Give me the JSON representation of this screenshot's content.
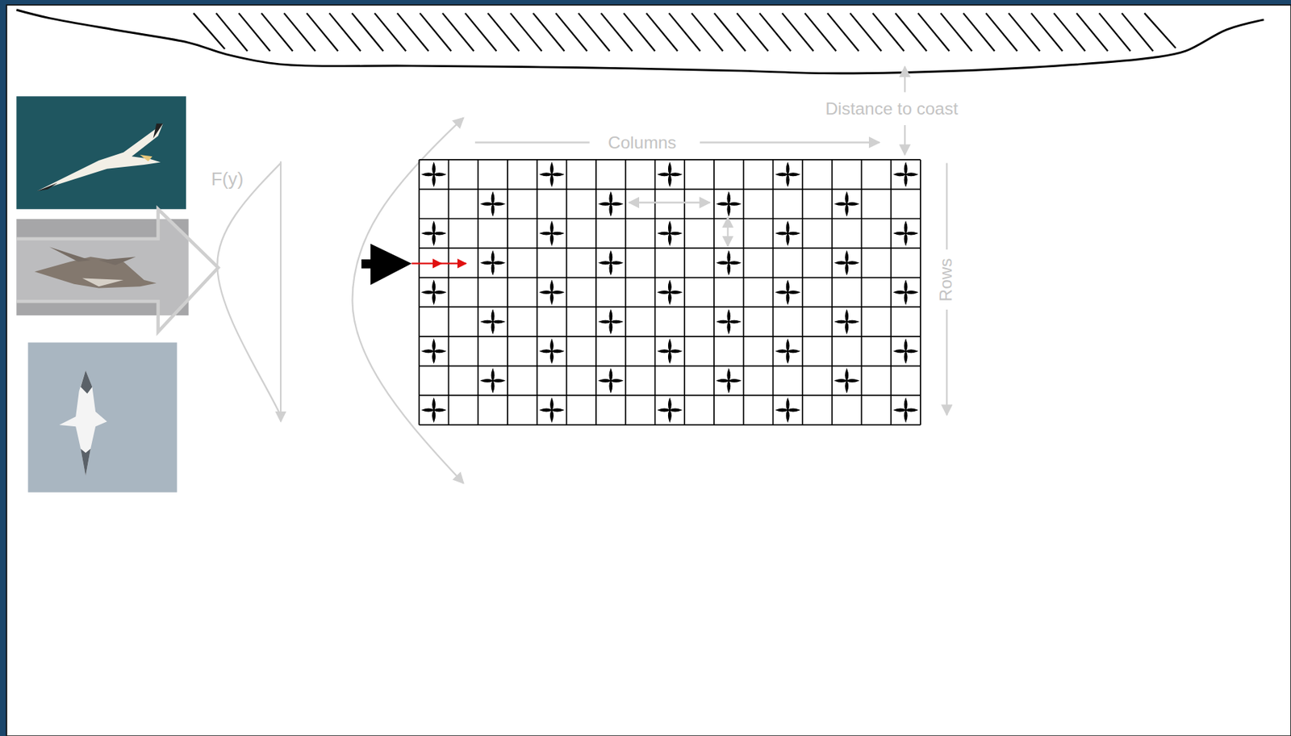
{
  "diagram": {
    "labels": [
      "F(y)",
      "Distance to coast",
      "Columns",
      "Rows"
    ]
  }
}
